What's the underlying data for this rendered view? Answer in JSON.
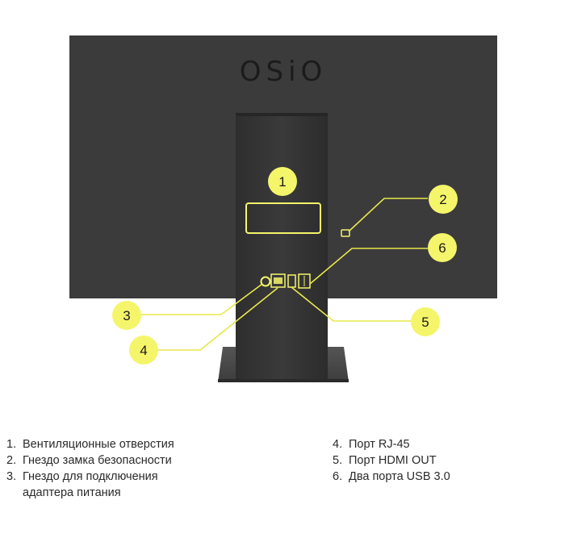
{
  "colors": {
    "monitor_body": "#3b3b3c",
    "stand": "#343435",
    "base": "#4a4a4b",
    "callout": "#f5f56b",
    "callout_line": "#e8e84a"
  },
  "device": {
    "logo": "OSiO"
  },
  "callouts": [
    {
      "label": "1"
    },
    {
      "label": "2"
    },
    {
      "label": "3"
    },
    {
      "label": "4"
    },
    {
      "label": "5"
    },
    {
      "label": "6"
    }
  ],
  "legend": {
    "left": [
      {
        "num": "1.",
        "text": "Вентиляционные отверстия"
      },
      {
        "num": "2.",
        "text": "Гнездо замка безопасности"
      },
      {
        "num": "3.",
        "text": "Гнездо для подключения"
      },
      {
        "num": "",
        "text": "адаптера питания"
      }
    ],
    "right": [
      {
        "num": "4.",
        "text": "Порт RJ-45"
      },
      {
        "num": "5.",
        "text": "Порт HDMI OUT"
      },
      {
        "num": "6.",
        "text": "Два порта USB 3.0"
      }
    ]
  }
}
